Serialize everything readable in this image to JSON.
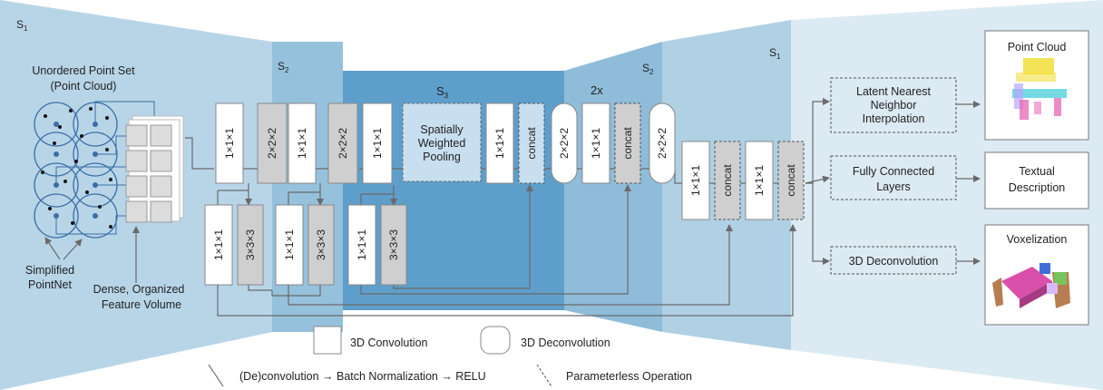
{
  "colors": {
    "band_outer": "#cfe2ef",
    "band_s1": "#b0d0e4",
    "band_s2": "#8ebcd9",
    "band_s3": "#5a9bc9",
    "band_right": "#dceaf3",
    "box_white": "#ffffff",
    "box_gray": "#cfcfcf",
    "pool_fill": "#c8dff0",
    "arrow": "#6a6a6a",
    "text": "#222222",
    "pointcloud_blue": "#3b6ea5"
  },
  "scales": {
    "s1_left": "S",
    "s1_left_sub": "1",
    "s2_left": "S",
    "s2_left_sub": "2",
    "s3": "S",
    "s3_sub": "3",
    "two_x": "2x",
    "s2_right": "S",
    "s2_right_sub": "2",
    "s1_right": "S",
    "s1_right_sub": "1"
  },
  "labels": {
    "point_set_line1": "Unordered Point Set",
    "point_set_line2": "(Point Cloud)",
    "simplified_line1": "Simplified",
    "simplified_line2": "PointNet",
    "dense_line1": "Dense, Organized",
    "dense_line2": "Feature Volume",
    "pooling_line1": "Spatially",
    "pooling_line2": "Weighted",
    "pooling_line3": "Pooling"
  },
  "ops": {
    "c111": "1×1×1",
    "c222": "2×2×2",
    "c333": "3×3×3",
    "concat": "concat"
  },
  "heads": {
    "lnn_line1": "Latent Nearest",
    "lnn_line2": "Neighbor",
    "lnn_line3": "Interpolation",
    "fc_line1": "Fully Connected",
    "fc_line2": "Layers",
    "deconv3d": "3D Deconvolution"
  },
  "outputs": {
    "point_cloud": "Point Cloud",
    "textual_line1": "Textual",
    "textual_line2": "Description",
    "voxelization": "Voxelization"
  },
  "legend": {
    "conv3d": "3D Convolution",
    "deconv3d": "3D Deconvolution",
    "conv_chain": "(De)convolution → Batch Normalization → RELU",
    "parameterless": "Parameterless Operation"
  }
}
